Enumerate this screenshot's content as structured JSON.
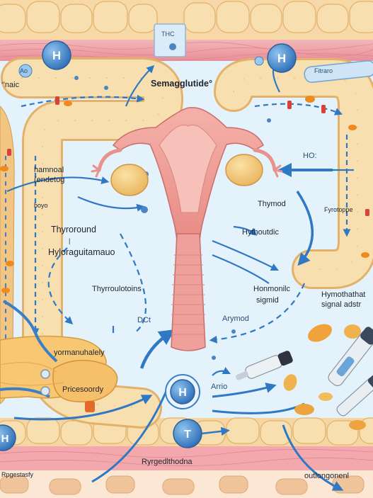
{
  "labels": {
    "top_box": "THC",
    "title": "Semagglutide°",
    "left_edge_1": "‘’naic",
    "left_edge_2": "Ao",
    "hormoal": "hamnoal",
    "endetog": "(endetog",
    "boyo": "boyo",
    "thyroround": "Thyroround",
    "hyloragu": "Hyloraguitamauo",
    "thyroutoins": "Thyrroulotoins",
    "dct": "DCt",
    "yormanu": "yormanuhalely",
    "pricesordy": "Pricesoordy",
    "rpgestasfy": "Rpgestasfy",
    "rygeolthodna": "Ryrgedlthodna",
    "thymod": "Thymod",
    "hythoutdic": "Hythoutdic",
    "hormonic": "Honmonilc",
    "signid": "sigmid",
    "arymod": "Arymod",
    "arrio": "Arrio",
    "ho": "HO:",
    "fitraro": "Fitraro",
    "fyrotoppe": "Fyrotoppe",
    "hymothalhal": "Hymothathat",
    "signal_ads": "signal adstr",
    "outlongone": "outlongonenl"
  },
  "circles": {
    "h_top_left": "H",
    "h_top_right": "H",
    "h_bottom": "H",
    "t_bottom": "T",
    "h_bottom_left": "H"
  },
  "colors": {
    "background": "#e4f2fb",
    "tissue_pink": "#f0a7ad",
    "fat_cell": "#f5d39a",
    "uterus": "#f0a39a",
    "arrow_blue": "#2f78c4",
    "hormone_circle": "#3d7fc6"
  }
}
